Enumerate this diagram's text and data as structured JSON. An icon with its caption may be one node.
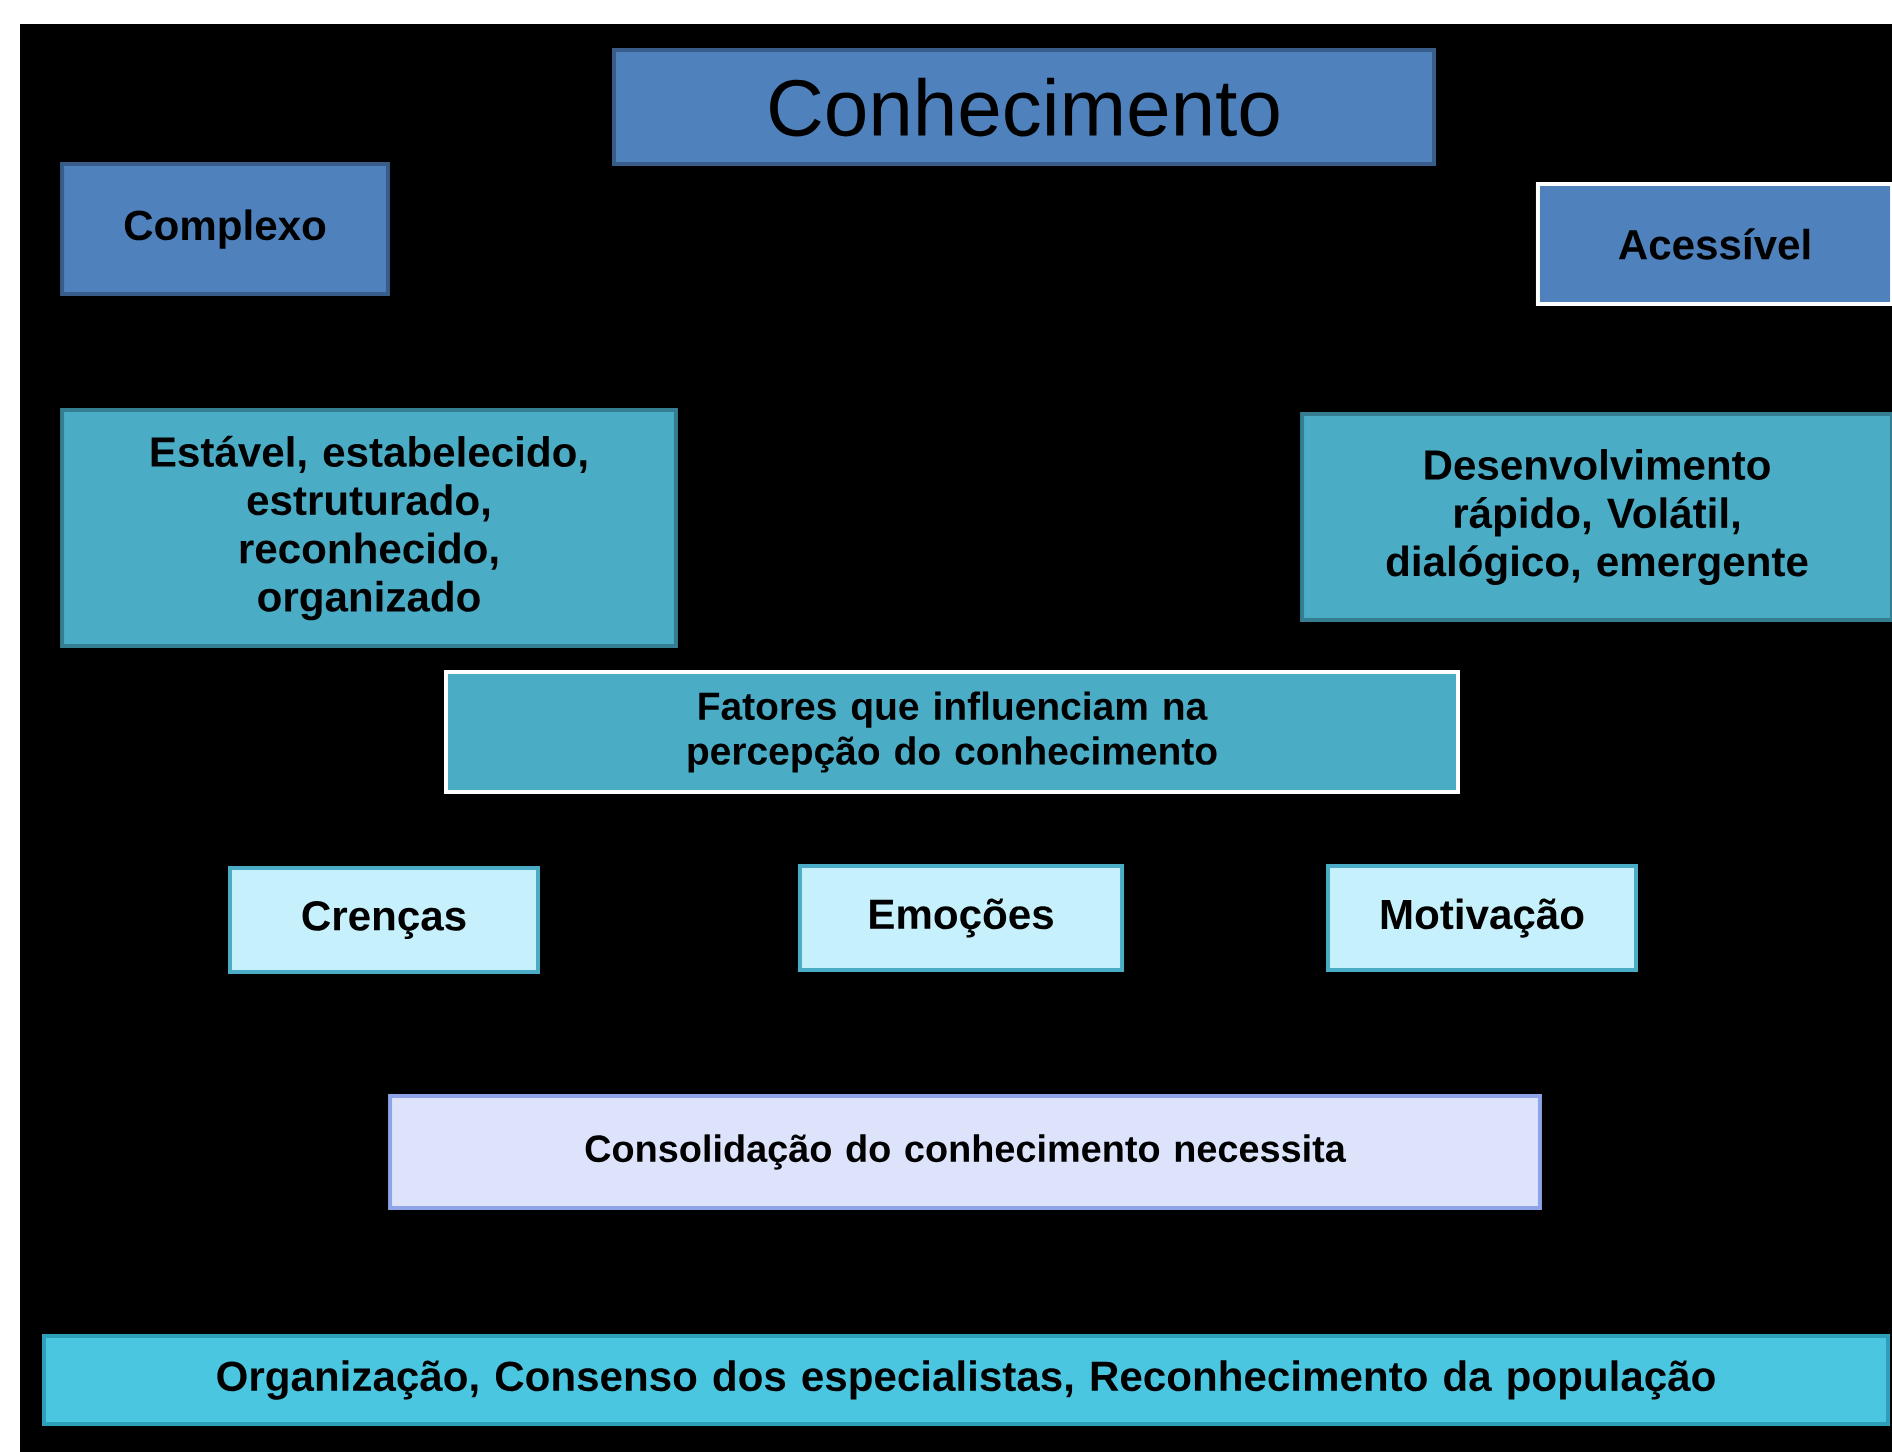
{
  "diagram": {
    "nodes": [
      {
        "text": [
          "Conhecimento"
        ]
      },
      {
        "text": [
          "Complexo"
        ]
      },
      {
        "text": [
          "Acessível"
        ]
      },
      {
        "text": [
          "Estável, estabelecido, estruturado, reconhecido, organizado"
        ]
      },
      {
        "text": [
          "Desenvolvimento rápido, Volátil, dialógico, emergente"
        ]
      },
      {
        "text": [
          "Fatores que influenciam na percepção do conhecimento"
        ]
      },
      {
        "text": [
          "Crenças"
        ]
      },
      {
        "text": [
          "Emoções"
        ]
      },
      {
        "text": [
          "Motivação"
        ]
      },
      {
        "text": [
          "Consolidação do conhecimento necessita"
        ]
      },
      {
        "text": [
          "Organização, Consenso  dos especialistas, Reconhecimento da população"
        ]
      }
    ],
    "edges": []
  }
}
